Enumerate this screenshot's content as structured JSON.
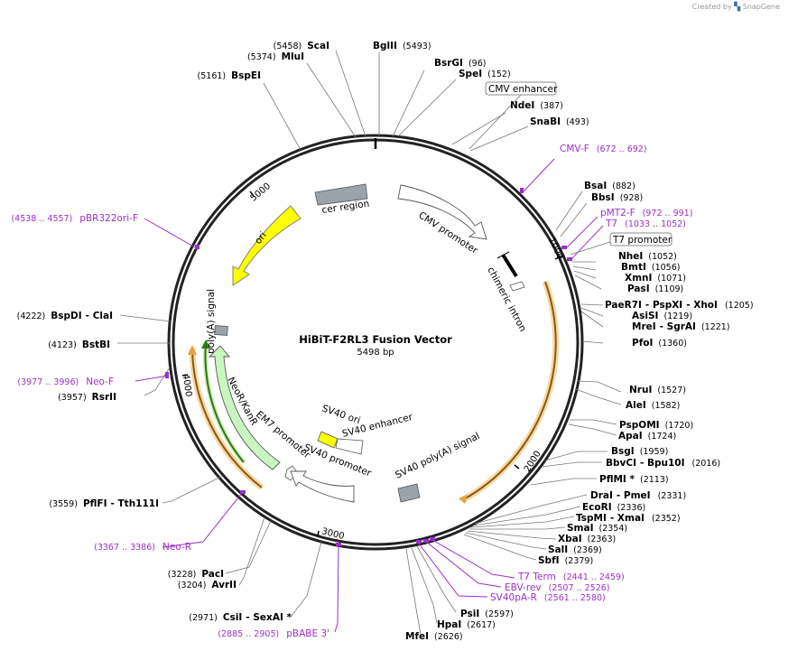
{
  "credit": {
    "prefix": "Created by",
    "brand": "SnapGene"
  },
  "title": "HiBiT-F2RL3 Fusion Vector",
  "size": "5498 bp",
  "ticks": [
    "1000",
    "2000",
    "3000",
    "4000",
    "5000"
  ],
  "features": {
    "cer": "cer region",
    "cmv_promoter": "CMV promoter",
    "chimeric_intron": "chimeric intron",
    "ori": "ori",
    "polyA": "poly(A) signal",
    "neo": "NeoR/KanR",
    "em7": "EM7 promoter",
    "sv40_ori": "SV40 ori",
    "sv40_enh": "SV40 enhancer",
    "sv40_prom": "SV40 promoter",
    "sv40_polyA": "SV40 poly(A) signal"
  },
  "boxed": {
    "cmv_enhancer": "CMV enhancer",
    "t7_promoter": "T7 promoter"
  },
  "sites_right": [
    {
      "name": "BglII",
      "pos": "(5493)"
    },
    {
      "name": "BsrGI",
      "pos": "(96)"
    },
    {
      "name": "SpeI",
      "pos": "(152)"
    },
    {
      "name": "NdeI",
      "pos": "(387)"
    },
    {
      "name": "SnaBI",
      "pos": "(493)"
    },
    {
      "name": "BsaI",
      "pos": "(882)"
    },
    {
      "name": "BbsI",
      "pos": "(928)"
    },
    {
      "name": "NheI",
      "pos": "(1052)"
    },
    {
      "name": "BmtI",
      "pos": "(1056)"
    },
    {
      "name": "XmnI",
      "pos": "(1071)"
    },
    {
      "name": "PasI",
      "pos": "(1109)"
    },
    {
      "name": "PaeR7I",
      "name2": "PspXI",
      "name3": "XhoI",
      "pos": "(1205)"
    },
    {
      "name": "AsiSI",
      "pos": "(1219)"
    },
    {
      "name": "MreI",
      "name2": "SgrAI",
      "pos": "(1221)"
    },
    {
      "name": "PfoI",
      "pos": "(1360)"
    },
    {
      "name": "NruI",
      "pos": "(1527)"
    },
    {
      "name": "AleI",
      "pos": "(1582)"
    },
    {
      "name": "PspOMI",
      "pos": "(1720)"
    },
    {
      "name": "ApaI",
      "pos": "(1724)"
    },
    {
      "name": "BsgI",
      "pos": "(1959)"
    },
    {
      "name": "BbvCI",
      "name2": "Bpu10I",
      "pos": "(2016)"
    },
    {
      "name": "PflMI *",
      "pos": "(2113)"
    },
    {
      "name": "DraI",
      "name2": "PmeI",
      "pos": "(2331)"
    },
    {
      "name": "EcoRI",
      "pos": "(2336)"
    },
    {
      "name": "TspMI",
      "name2": "XmaI",
      "pos": "(2352)"
    },
    {
      "name": "SmaI",
      "pos": "(2354)"
    },
    {
      "name": "XbaI",
      "pos": "(2363)"
    },
    {
      "name": "SalI",
      "pos": "(2369)"
    },
    {
      "name": "SbfI",
      "pos": "(2379)"
    },
    {
      "name": "PsiI",
      "pos": "(2597)"
    },
    {
      "name": "HpaI",
      "pos": "(2617)"
    },
    {
      "name": "MfeI",
      "pos": "(2626)"
    }
  ],
  "sites_left": [
    {
      "name": "ScaI",
      "pos": "(5458)"
    },
    {
      "name": "MluI",
      "pos": "(5374)"
    },
    {
      "name": "BspEI",
      "pos": "(5161)"
    },
    {
      "name": "BspDI",
      "name2": "ClaI",
      "pos": "(4222)"
    },
    {
      "name": "BstBI",
      "pos": "(4123)"
    },
    {
      "name": "RsrII",
      "pos": "(3957)"
    },
    {
      "name": "PflFI",
      "name2": "Tth111I",
      "pos": "(3559)"
    },
    {
      "name": "PacI",
      "pos": "(3228)"
    },
    {
      "name": "AvrII",
      "pos": "(3204)"
    },
    {
      "name": "CsiI",
      "name2": "SexAI *",
      "pos": "(2971)"
    }
  ],
  "primers": [
    {
      "name": "CMV-F",
      "pos": "(672 .. 692)"
    },
    {
      "name": "pMT2-F",
      "pos": "(972 .. 991)"
    },
    {
      "name": "T7",
      "pos": "(1033 .. 1052)"
    },
    {
      "name": "T7 Term",
      "pos": "(2441 .. 2459)"
    },
    {
      "name": "EBV-rev",
      "pos": "(2507 .. 2526)"
    },
    {
      "name": "SV40pA-R",
      "pos": "(2561 .. 2580)"
    },
    {
      "name": "pBABE 3'",
      "pos": "(2885 .. 2905)"
    },
    {
      "name": "Neo-R",
      "pos": "(3367 .. 3386)"
    },
    {
      "name": "Neo-F",
      "pos": "(3977 .. 3996)"
    },
    {
      "name": "pBR322ori-F",
      "pos": "(4538 .. 4557)"
    }
  ],
  "colors": {
    "ori": "#ffff00",
    "neo": "#c8f5c0",
    "orf": "#e8a13c",
    "gray": "#9aa3aa",
    "primer": "#9b30c8"
  }
}
